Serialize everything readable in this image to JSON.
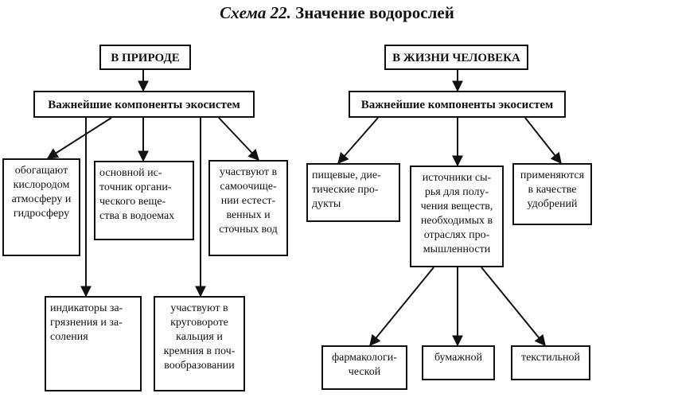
{
  "title": {
    "prefix": "Схема 22.",
    "text": "Значение водорослей"
  },
  "left": {
    "heading": "В ПРИРОДЕ",
    "component": "Важнейшие компоненты экосистем",
    "items": [
      "обогащают\nкислородом\nатмосферу и\nгидросферу",
      "основной ис-\nточник органи-\nческого веще-\nства в водоемах",
      "участвуют в\nсамоочище-\nнии естест-\nвенных и\nсточных вод",
      "индикаторы за-\nгрязнения и за-\nсоления",
      "участвуют в\nкруговороте\nкальция и\nкремния в поч-\nвообразовании"
    ]
  },
  "right": {
    "heading": "В ЖИЗНИ ЧЕЛОВЕКА",
    "component": "Важнейшие компоненты экосистем",
    "items": [
      "пищевые, дие-\nтические про-\nдукты",
      "источники сы-\nрья для полу-\nчения веществ,\nнеобходимых в\nотраслях про-\nмышленности",
      "применяются\nв качестве\nудобрений"
    ],
    "industries": [
      "фармакологи-\nческой",
      "бумажной",
      "текстильной"
    ]
  }
}
